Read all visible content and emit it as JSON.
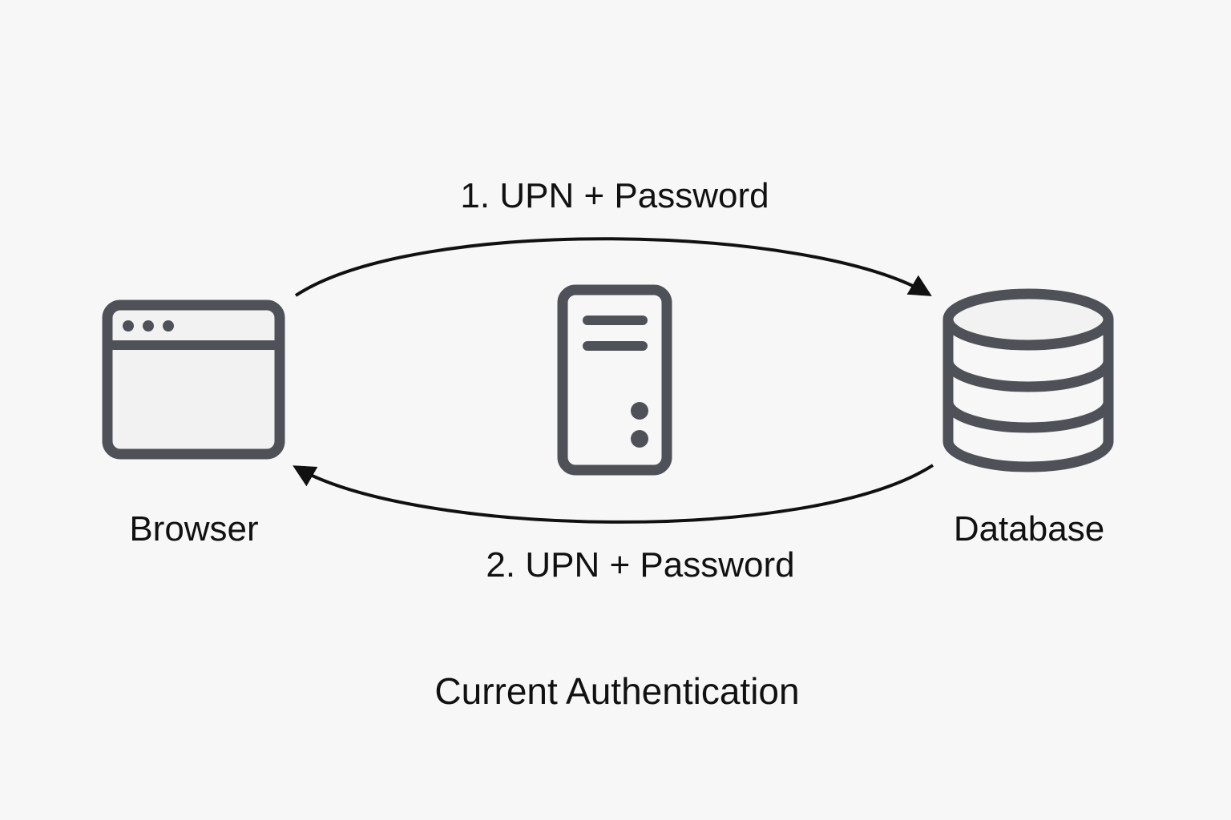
{
  "diagram": {
    "nodes": {
      "browser": {
        "label": "Browser",
        "icon": "browser-window-icon"
      },
      "server": {
        "label": "",
        "icon": "server-tower-icon"
      },
      "database": {
        "label": "Database",
        "icon": "database-cylinder-icon"
      }
    },
    "edges": {
      "request": {
        "label": "1. UPN + Password",
        "from": "browser",
        "to": "database"
      },
      "response": {
        "label": "2. UPN + Password",
        "from": "database",
        "to": "browser"
      }
    },
    "caption": "Current Authentication"
  },
  "colors": {
    "background": "#f7f7f7",
    "icon_stroke": "#4e5157",
    "icon_fill": "#f2f2f2",
    "text": "#111111",
    "arrow": "#111111"
  }
}
